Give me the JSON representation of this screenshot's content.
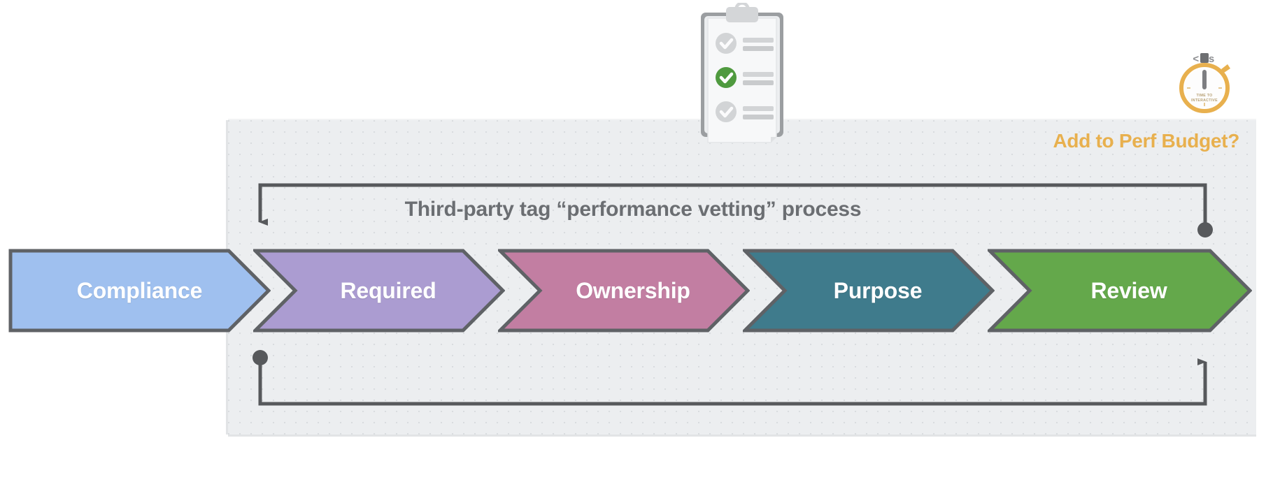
{
  "diagram": {
    "title": "Third-party tag “performance vetting” process",
    "perf_budget_label": "Add to Perf Budget?",
    "title_color": "#6b6e72",
    "perf_budget_color": "#e8b04e",
    "panel_bg": "#eceef0"
  },
  "stages": [
    {
      "label": "Compliance",
      "color": "#9fc0ef",
      "border": "#5f6266"
    },
    {
      "label": "Required",
      "color": "#ab9cd1",
      "border": "#5f6266"
    },
    {
      "label": "Ownership",
      "color": "#c27ea2",
      "border": "#5f6266"
    },
    {
      "label": "Purpose",
      "color": "#3f7b8c",
      "border": "#5f6266"
    },
    {
      "label": "Review",
      "color": "#64a84b",
      "border": "#5f6266"
    }
  ],
  "loops": {
    "stroke_color": "#57595c",
    "top_loop_note": "Review outcome feeds back to Required stage",
    "bottom_loop_note": "Compliance feeds forward to Review stage"
  },
  "stopwatch": {
    "caption": "< 5s",
    "face_text_line1": "TIME TO",
    "face_text_line2": "INTERACTIVE",
    "color": "#e8b04e"
  },
  "clipboard": {
    "icon_name": "clipboard-checklist-icon",
    "checked_item_index": 2,
    "check_color": "#4f9a3f",
    "unchecked_color": "#d2d4d6",
    "items": 3
  }
}
